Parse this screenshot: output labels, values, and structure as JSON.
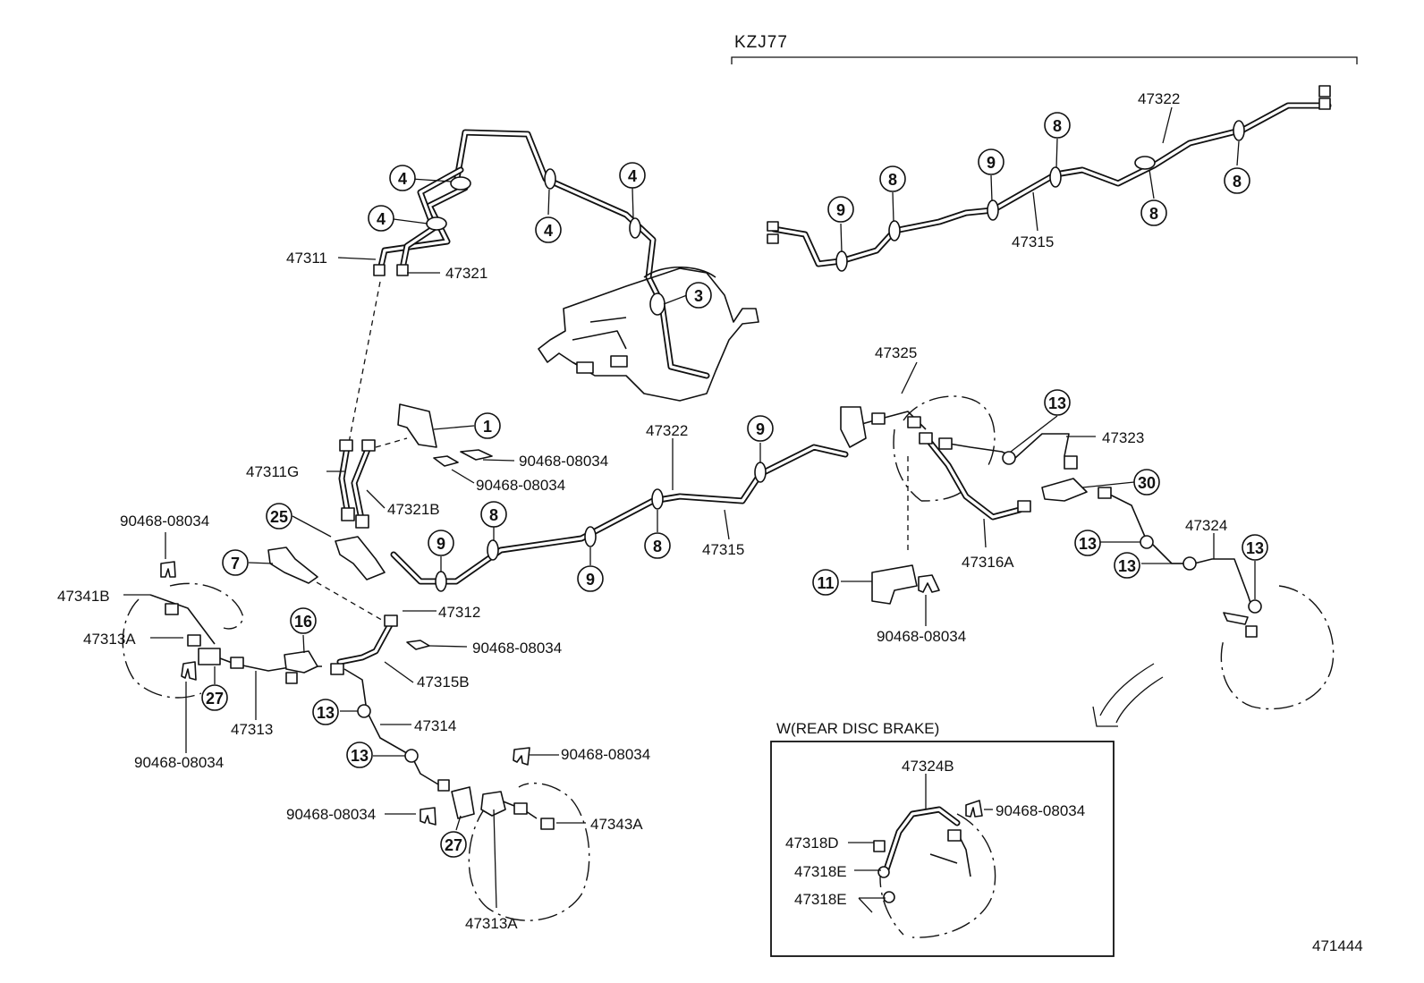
{
  "diagram": {
    "model_code": "KZJ77",
    "inset_title": "W(REAR DISC BRAKE)",
    "figure_number": "471444",
    "part_labels": [
      "47311",
      "47321",
      "47311G",
      "47321B",
      "90468-08034",
      "90468-08034",
      "47322",
      "47315",
      "47325",
      "47323",
      "47316A",
      "90468-08034",
      "47324",
      "90468-08034",
      "47341B",
      "47313A",
      "90468-08034",
      "47313",
      "47312",
      "90468-08034",
      "47315B",
      "47314",
      "90468-08034",
      "90468-08034",
      "47343A",
      "47313A",
      "47322",
      "47315",
      "47324B",
      "90468-08034",
      "47318D",
      "47318E",
      "47318E"
    ],
    "callouts": [
      "4",
      "4",
      "4",
      "4",
      "3",
      "1",
      "25",
      "7",
      "9",
      "8",
      "9",
      "8",
      "9",
      "16",
      "13",
      "13",
      "27",
      "27",
      "11",
      "13",
      "13",
      "13",
      "13",
      "30",
      "9",
      "8",
      "9",
      "8",
      "8",
      "8"
    ]
  }
}
